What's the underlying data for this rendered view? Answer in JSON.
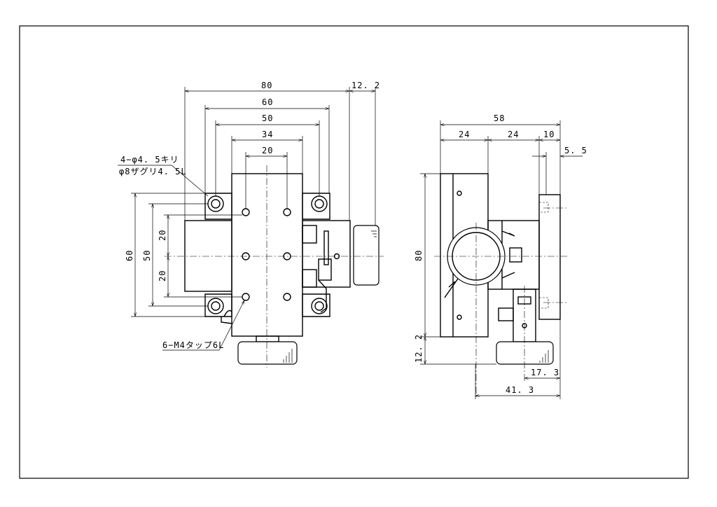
{
  "drawing": {
    "front_view": {
      "dims": {
        "width_80": "80",
        "knob_12_2": "12. 2",
        "pitch_60": "60",
        "pitch_50": "50",
        "width_34": "34",
        "pitch_20": "20",
        "v_60": "60",
        "v_50": "50",
        "v_20_top": "20",
        "v_20_bottom": "20"
      },
      "notes": {
        "hole_line1": "4−φ4. 5キリ",
        "hole_line2": "φ8ザグリ4. 5L",
        "tap": "6−M4タップ6L"
      }
    },
    "side_view": {
      "dims": {
        "width_58": "58",
        "w24_a": "24",
        "w24_b": "24",
        "w10": "10",
        "w5_5": "5. 5",
        "h80": "80",
        "h12_2": "12. 2",
        "d17_3": "17. 3",
        "d41_3": "41. 3"
      }
    }
  }
}
